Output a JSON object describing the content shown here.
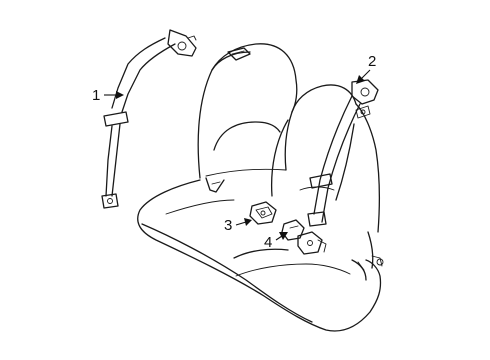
{
  "callouts": [
    {
      "id": "1",
      "text": "1"
    },
    {
      "id": "2",
      "text": "2"
    },
    {
      "id": "3",
      "text": "3"
    },
    {
      "id": "4",
      "text": "4"
    }
  ],
  "colors": {
    "line": "#1a1a1a",
    "background": "#ffffff"
  }
}
